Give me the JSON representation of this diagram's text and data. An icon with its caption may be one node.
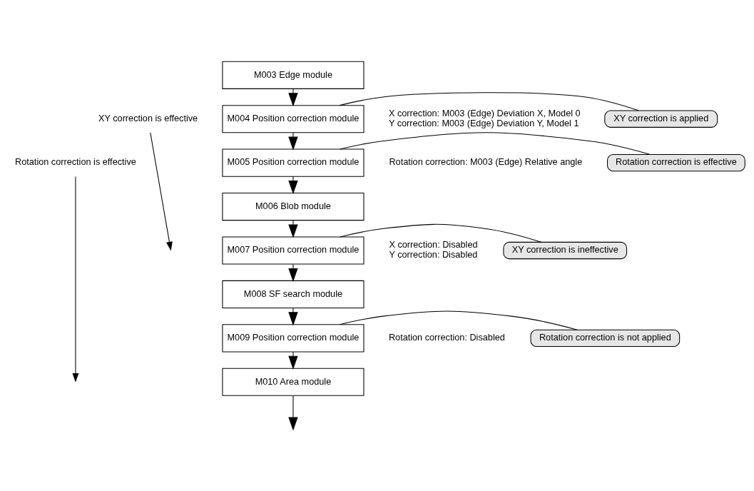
{
  "diagram": {
    "nodes": [
      {
        "text": [
          "M003 Edge module"
        ]
      },
      {
        "text": [
          "M004 Position correction module"
        ],
        "beside": [
          "X correction: M003 (Edge) Deviation X, Model 0",
          "Y correction: M003 (Edge) Deviation Y, Model 1"
        ]
      },
      {
        "text": [
          "M005 Position correction module"
        ],
        "beside": [
          "Rotation correction: M003 (Edge) Relative angle"
        ]
      },
      {
        "text": [
          "M006 Blob module"
        ]
      },
      {
        "text": [
          "M007 Position correction module"
        ],
        "beside": [
          "X correction: Disabled",
          "Y correction: Disabled"
        ]
      },
      {
        "text": [
          "M008 SF search module"
        ]
      },
      {
        "text": [
          "M009 Position correction module"
        ],
        "beside": [
          "Rotation correction: Disabled"
        ]
      },
      {
        "text": [
          "M010 Area module"
        ]
      },
      {
        "text": [
          "XY correction is applied"
        ]
      },
      {
        "text": [
          "Rotation correction is effective"
        ]
      },
      {
        "text": [
          "XY correction is ineffective"
        ]
      },
      {
        "text": [
          "Rotation correction is not applied"
        ]
      },
      {
        "text": [
          "XY correction is effective"
        ]
      },
      {
        "text": [
          "Rotation correction is effective"
        ]
      }
    ],
    "edges": [
      {
        "from": 0,
        "to": 1,
        "arrow": "to"
      },
      {
        "from": 1,
        "to": 2,
        "arrow": "to"
      },
      {
        "from": 2,
        "to": 3,
        "arrow": "to"
      },
      {
        "from": 3,
        "to": 4,
        "arrow": "to"
      },
      {
        "from": 4,
        "to": 5,
        "arrow": "to"
      },
      {
        "from": 5,
        "to": 6,
        "arrow": "to"
      },
      {
        "from": 6,
        "to": 7,
        "arrow": "to"
      },
      {
        "from": 7,
        "to": null,
        "arrow": "to"
      },
      {
        "from": 8,
        "to": 1,
        "arrow": "none"
      },
      {
        "from": 9,
        "to": 2,
        "arrow": "none"
      },
      {
        "from": 10,
        "to": 4,
        "arrow": "none"
      },
      {
        "from": 11,
        "to": 6,
        "arrow": "none"
      },
      {
        "from": 12,
        "to": null,
        "arrow": "to"
      },
      {
        "from": 13,
        "to": null,
        "arrow": "to"
      }
    ]
  }
}
